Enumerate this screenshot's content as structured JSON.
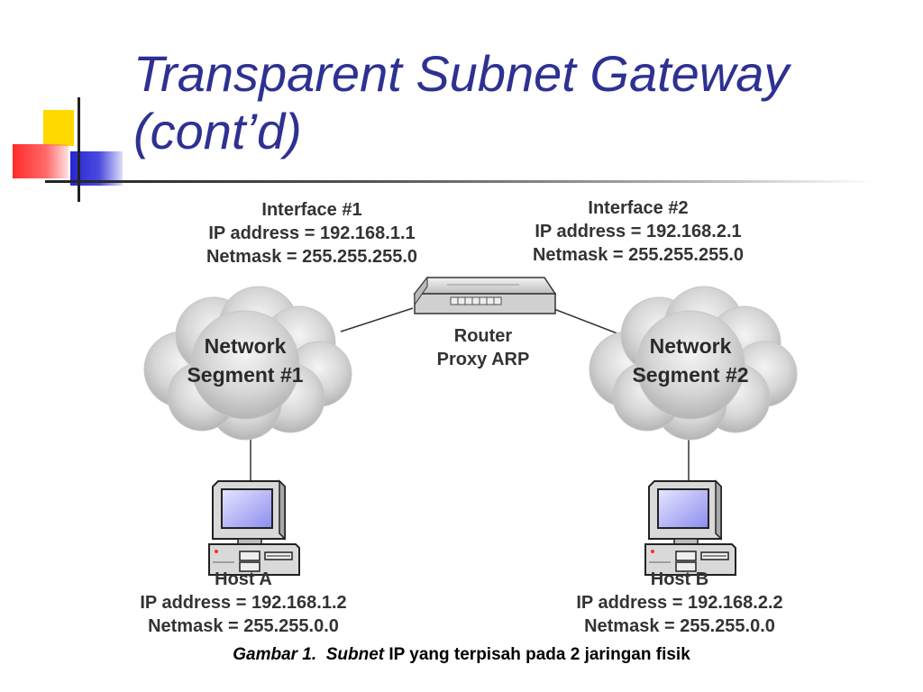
{
  "title": {
    "line1": "Transparent Subnet Gateway",
    "line2": "(cont’d)"
  },
  "interface1": {
    "name": "Interface #1",
    "ip": "IP address = 192.168.1.1",
    "netmask": "Netmask = 255.255.255.0"
  },
  "interface2": {
    "name": "Interface #2",
    "ip": "IP address = 192.168.2.1",
    "netmask": "Netmask = 255.255.255.0"
  },
  "router": {
    "name": "Router",
    "mode": "Proxy ARP"
  },
  "segment1": {
    "line1": "Network",
    "line2": "Segment #1"
  },
  "segment2": {
    "line1": "Network",
    "line2": "Segment #2"
  },
  "hostA": {
    "name": "Host A",
    "ip": "IP address = 192.168.1.2",
    "netmask": "Netmask = 255.255.0.0"
  },
  "hostB": {
    "name": "Host B",
    "ip": "IP address = 192.168.2.2",
    "netmask": "Netmask = 255.255.0.0"
  },
  "caption": {
    "figure": "Gambar 1.",
    "subnet": "Subnet",
    "text": "IP yang terpisah pada 2 jaringan fisik"
  },
  "icons": [
    "router-icon",
    "cloud-icon",
    "computer-icon"
  ],
  "colors": {
    "title": "#2e3192",
    "accent_yellow": "#ffd800",
    "accent_red": "#ff2a2a",
    "accent_blue": "#2727d0"
  }
}
